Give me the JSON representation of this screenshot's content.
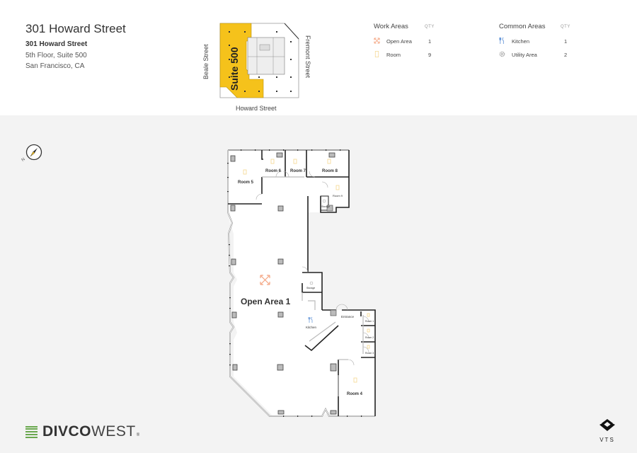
{
  "header": {
    "title": "301 Howard Street",
    "address_name": "301 Howard Street",
    "address_line1": "5th Floor, Suite 500",
    "address_line2": "San Francisco, CA"
  },
  "keymap": {
    "suite_label": "Suite 500",
    "streets": {
      "left": "Beale Street",
      "right": "Fremont Street",
      "bottom": "Howard Street"
    },
    "highlight_color": "#f5c21b"
  },
  "legend": {
    "work_areas": {
      "heading": "Work Areas",
      "qty_label": "QTY",
      "items": [
        {
          "icon": "expand-arrows-icon",
          "label": "Open Area",
          "qty": "1",
          "color": "#f4a582"
        },
        {
          "icon": "door-icon",
          "label": "Room",
          "qty": "9",
          "color": "#f5d78e"
        }
      ]
    },
    "common_areas": {
      "heading": "Common Areas",
      "qty_label": "QTY",
      "items": [
        {
          "icon": "utensils-icon",
          "label": "Kitchen",
          "qty": "1",
          "color": "#5b8fd6"
        },
        {
          "icon": "gear-icon",
          "label": "Utility Area",
          "qty": "2",
          "color": "#999999"
        }
      ]
    }
  },
  "compass": {
    "north_label": "N"
  },
  "floorplan": {
    "open_area": "Open Area 1",
    "rooms": {
      "room1": "Room 1",
      "room2": "Room 2",
      "room3": "Room 3",
      "room4": "Room 4",
      "room5": "Room 5",
      "room6": "Room 6",
      "room7": "Room 7",
      "room8": "Room 8",
      "room9": "Room 9"
    },
    "storage_top": "Storage",
    "storage_mid": "Storage",
    "kitchen": "Kitchen",
    "entrance": "Entrance"
  },
  "footer": {
    "brand_bold": "DIVCO",
    "brand_thin": "WEST",
    "brand_reg": "®",
    "platform": "VTS"
  }
}
